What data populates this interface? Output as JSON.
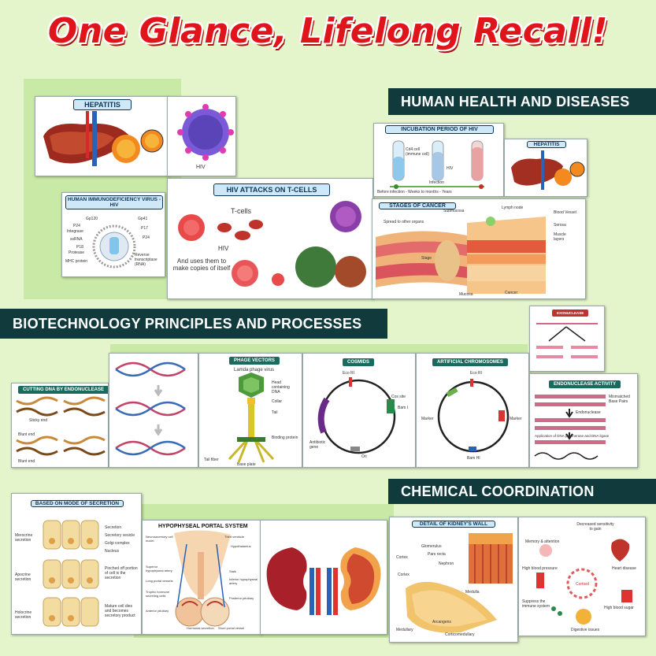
{
  "headline": "One Glance, Lifelong Recall!",
  "sections": {
    "health": "HUMAN HEALTH AND DISEASES",
    "biotech": "BIOTECHNOLOGY PRINCIPLES AND PROCESSES",
    "chemical": "CHEMICAL COORDINATION"
  },
  "cards": {
    "hepatitis": {
      "title": "HEPATITIS"
    },
    "hiv_image": {
      "label": "HIV"
    },
    "hiv_virus": {
      "title": "HUMAN IMMUNODEFICIENCY VIRUS - HIV",
      "labels": [
        "Gp120",
        "P24",
        "Integrase",
        "ssRNA",
        "P18",
        "Protease",
        "MHC protein",
        "Gp41",
        "P17",
        "P24",
        "Reverse transcriptase (RNA)"
      ]
    },
    "hiv_attacks": {
      "title": "HIV ATTACKS ON T-CELLS",
      "tcells": "T-cells",
      "hiv": "HIV",
      "caption": "And uses them to make copies of itself"
    },
    "incubation": {
      "title": "INCUBATION PERIOD OF HIV",
      "cd4": "Cd4 cell (immune cell)",
      "hiv": "HIV",
      "infection": "Infection",
      "timeline": "Before infection - Weeks to months - Years"
    },
    "hepatitis_small": {
      "title": "HEPATITIS"
    },
    "cancer": {
      "title": "STAGES OF CANCER",
      "labels": [
        "Spread to other organs",
        "Submucosa",
        "Lymph node",
        "Blood Vessel",
        "Serosa",
        "Muscle layers",
        "Stage",
        "Mucosa",
        "Cancer"
      ]
    },
    "cutting_dna": {
      "title": "CUTTING DNA BY ENDONUCLEASE",
      "labels": [
        "Sticky end",
        "Blunt end",
        "Blunt end"
      ]
    },
    "phage": {
      "title": "PHAGE VECTORS",
      "subtitle": "Lamda phage virus",
      "labels": [
        "Head containing DNA",
        "Collar",
        "Tail",
        "Binding protein",
        "Tail fiber",
        "Base plate"
      ]
    },
    "cosmids": {
      "title": "COSMIDS",
      "labels": [
        "Eco RI",
        "Cos site",
        "Bam I",
        "Ori",
        "Antibiotic gene"
      ]
    },
    "artificial": {
      "title": "ARTIFICIAL CHROMOSOMES",
      "labels": [
        "Eco RI",
        "Marker",
        "Marker",
        "Bam HI"
      ]
    },
    "exonuclease": {
      "title": "EXONUCLEASE"
    },
    "endonuclease": {
      "title": "ENDONUCLEASE ACTIVITY",
      "labels": [
        "Mismatched Base Pairs",
        "Endonuclease",
        "Application of DNA polymerase and DNA ligase"
      ]
    },
    "secretion": {
      "title": "BASED ON MODE OF SECRETION",
      "labels": [
        "Secretion",
        "Secretory vesicle",
        "Golgi complex",
        "Nucleus",
        "Merocrine secretion",
        "Apocrine secretion",
        "Pinched off portion of cell is the secretion",
        "Holocrine secretion",
        "Mature cell dies and becomes secretory product"
      ]
    },
    "portal": {
      "title": "HYPOPHYSEAL PORTAL SYSTEM",
      "labels": [
        "Neurosecretory cell nuclei",
        "Third ventricle",
        "Hypothalamus",
        "Superior hypophyseal artery",
        "Long portal vessels",
        "Stalk",
        "Inferior hypophyseal artery",
        "Trophic hormone secreting cells",
        "Posterior pituitary",
        "Anterior pituitary",
        "Hormonal secretion",
        "Short portal vessel"
      ]
    },
    "kidney_wall": {
      "title": "DETAIL OF KIDNEY'S WALL",
      "labels": [
        "Glomerulus",
        "Cortex",
        "Pars recta",
        "Nephron",
        "Medulla",
        "Medullary",
        "Arcangens",
        "Cortex",
        "Corticomedullary"
      ]
    },
    "insulin": {
      "labels": [
        "Decreased sensitivity to gain",
        "Memory & attention",
        "Heart disease",
        "High blood pressure",
        "Cortisol",
        "High blood sugar",
        "Suppress the immune system",
        "Digestive issues"
      ]
    }
  }
}
